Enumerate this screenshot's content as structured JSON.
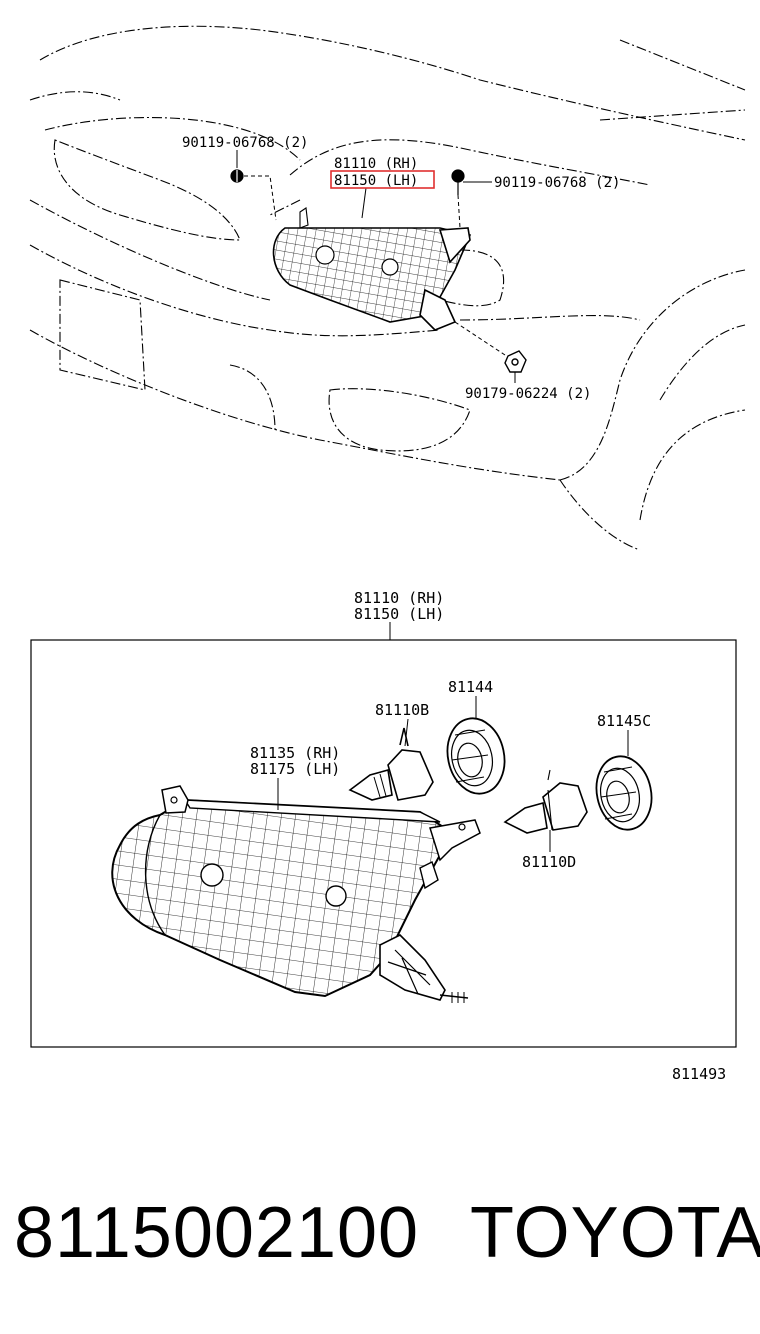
{
  "overview": {
    "screw_left": "90119-06768 (2)",
    "lamp_rh": "81110 (RH)",
    "lamp_lh": "81150 (LH)",
    "screw_right": "90119-06768 (2)",
    "nut": "90179-06224 (2)"
  },
  "detail": {
    "lamp_rh": "81110 (RH)",
    "lamp_lh": "81150 (LH)",
    "bulb_b": "81110B",
    "socket_cover": "81144",
    "socket_cover_c": "81145C",
    "lens_rh": "81135 (RH)",
    "lens_lh": "81175 (LH)",
    "bulb_d": "81110D",
    "figure_code": "811493"
  },
  "footer": {
    "part_number": "8115002100",
    "brand": "TOYOTA"
  },
  "colors": {
    "highlight": "#e03030",
    "line": "#000000"
  }
}
